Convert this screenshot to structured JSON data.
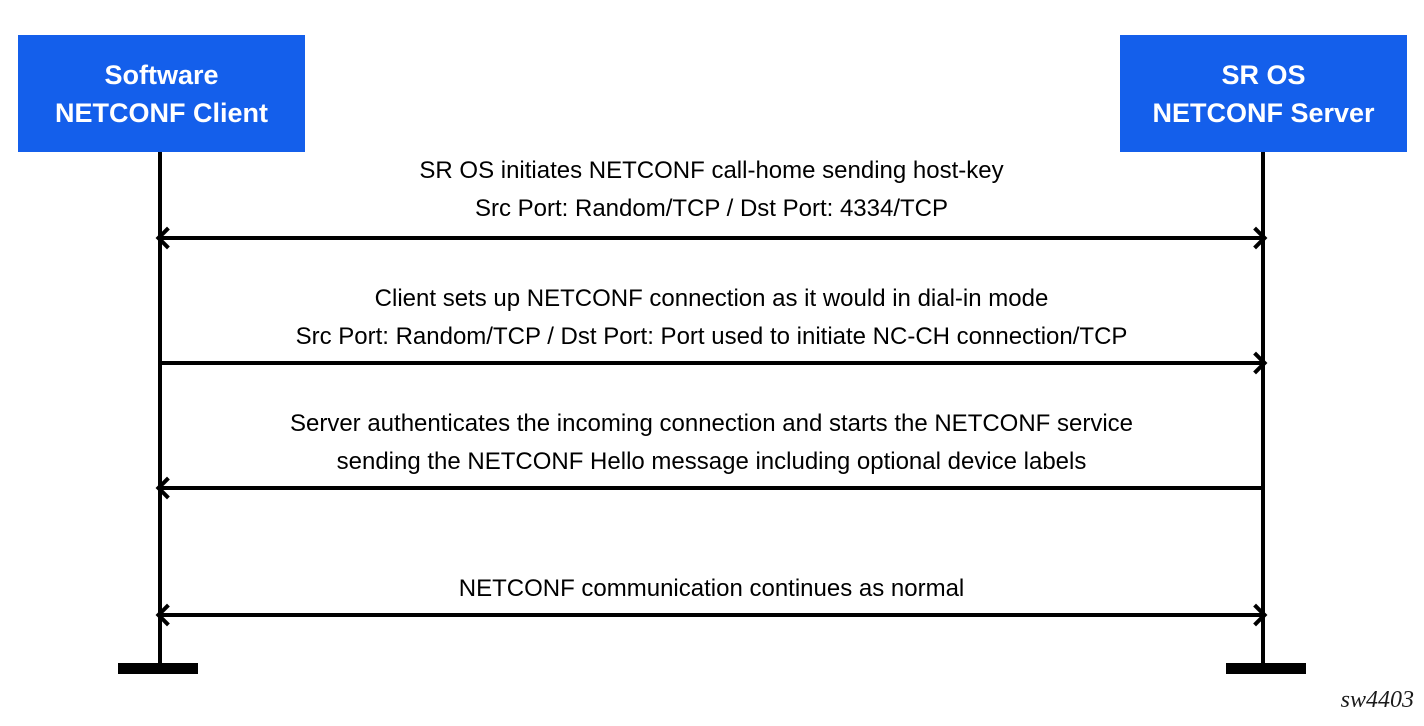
{
  "diagram": {
    "actors": {
      "client": {
        "line1": "Software",
        "line2": "NETCONF Client"
      },
      "server": {
        "line1": "SR OS",
        "line2": "NETCONF Server"
      }
    },
    "messages": [
      {
        "line1": "SR OS initiates NETCONF call-home sending host-key",
        "line2": "Src Port: Random/TCP / Dst Port: 4334/TCP",
        "direction": "both"
      },
      {
        "line1": "Client sets up NETCONF connection as it would in dial-in mode",
        "line2": "Src Port: Random/TCP / Dst Port: Port used to initiate NC-CH connection/TCP",
        "direction": "right"
      },
      {
        "line1": "Server authenticates the incoming connection and starts the NETCONF service",
        "line2": "sending the NETCONF Hello message including optional device labels",
        "direction": "left"
      },
      {
        "line1": "NETCONF communication continues as normal",
        "line2": "",
        "direction": "both"
      }
    ],
    "watermark": "sw4403",
    "colors": {
      "actor_fill": "#145FEB",
      "actor_text": "#FFFFFF",
      "line": "#000000",
      "background": "#FFFFFF"
    }
  }
}
